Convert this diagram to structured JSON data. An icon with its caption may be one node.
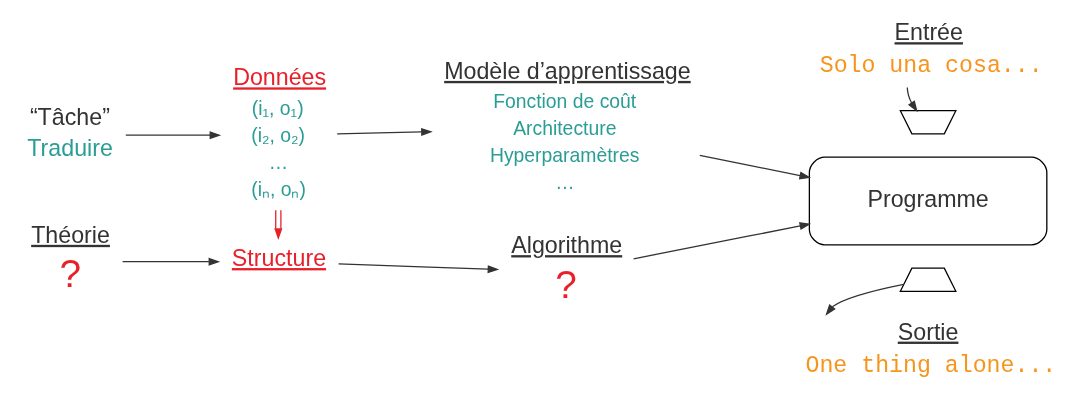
{
  "diagram": {
    "nodes": [
      {
        "text": [
          "Théorie",
          "?"
        ]
      },
      {
        "text": [
          "“Tâche”",
          "Traduire"
        ]
      },
      {
        "text": [
          "Structure"
        ]
      },
      {
        "text": [
          "Données",
          "(i₁, o₁)",
          "(i₂, o₂)",
          "…",
          "(iₙ, oₙ)"
        ]
      },
      {
        "text": [
          "Algorithme",
          "?"
        ]
      },
      {
        "text": [
          "Modèle d’apprentissage",
          "Fonction de coût",
          "Architecture",
          "Hyperparamètres",
          "…"
        ]
      },
      {
        "text": [
          "Entrée",
          "Solo una cosa..."
        ]
      },
      {
        "text": [],
        "shape": "trapezoid"
      },
      {
        "text": [
          "Programme"
        ]
      },
      {
        "text": [],
        "shape": "trapezoid"
      },
      {
        "text": [
          "Sortie",
          "One thing alone..."
        ]
      }
    ],
    "edges": [
      {
        "from": 0,
        "to": 2,
        "arrow": "to"
      },
      {
        "from": 1,
        "to": 3,
        "arrow": "to"
      },
      {
        "from": 2,
        "to": 4,
        "arrow": "to"
      },
      {
        "from": 3,
        "to": 2,
        "arrow": "to",
        "color": "#e8202a"
      },
      {
        "from": 3,
        "to": 5,
        "arrow": "to"
      },
      {
        "from": 4,
        "to": 8,
        "arrow": "to"
      },
      {
        "from": 5,
        "to": 8,
        "arrow": "to"
      },
      {
        "from": 6,
        "to": 7,
        "arrow": "to"
      },
      {
        "from": 9,
        "to": 10,
        "arrow": "to"
      }
    ]
  }
}
